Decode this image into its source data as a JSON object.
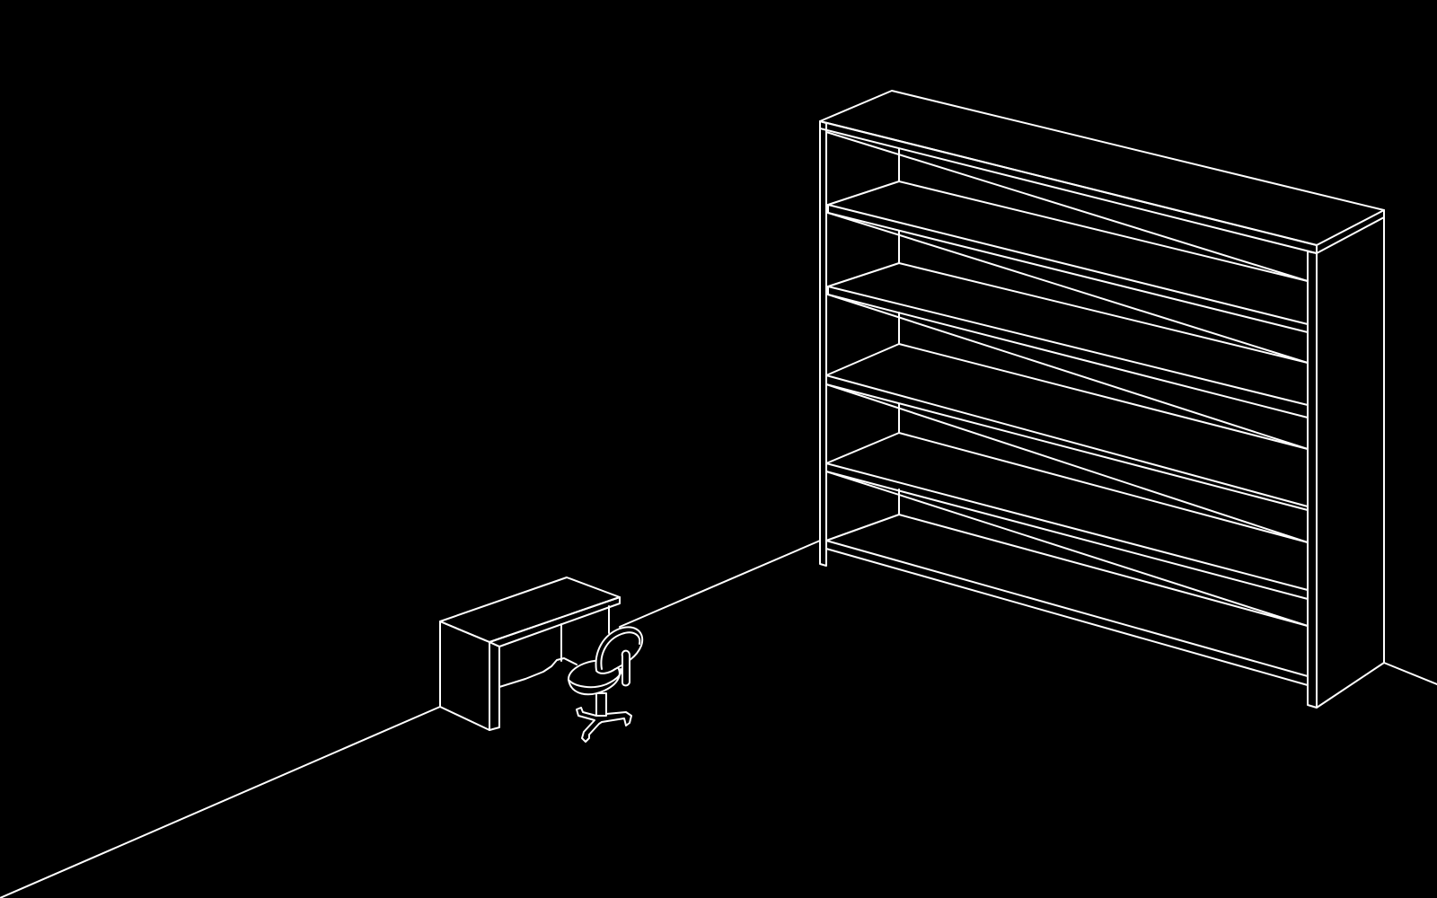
{
  "scene": {
    "background_color": "#000000",
    "line_color": "#ffffff",
    "objects": [
      "floor-edges",
      "desk",
      "office-chair",
      "bookshelf"
    ],
    "bookshelf": {
      "shelf_count": 5
    }
  }
}
